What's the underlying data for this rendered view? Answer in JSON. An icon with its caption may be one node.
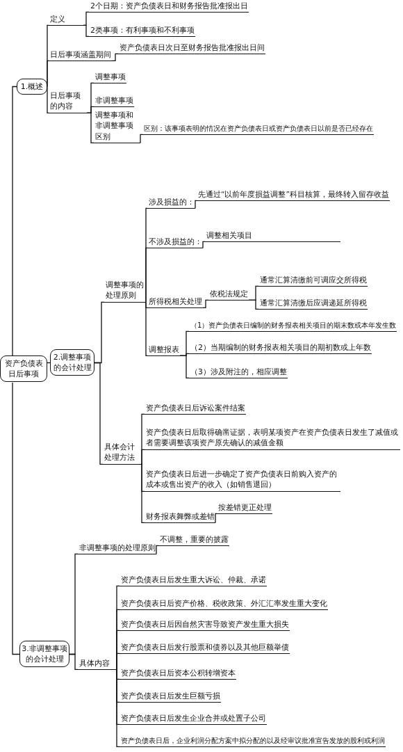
{
  "diagram": {
    "nodes": [
      {
        "text": [
          "资产负债表日后事项"
        ]
      },
      {
        "text": [
          "1.概述"
        ]
      },
      {
        "text": [
          "定义"
        ]
      },
      {
        "text": [
          "2个日期：资产负债表日和财务报告批准报出日"
        ]
      },
      {
        "text": [
          "2类事项：有利事项和不利事项"
        ]
      },
      {
        "text": [
          "日后事项涵盖期间"
        ]
      },
      {
        "text": [
          "资产负债表日次日至财务报告批准报出日间"
        ]
      },
      {
        "text": [
          "日后事项的内容"
        ]
      },
      {
        "text": [
          "调整事项"
        ]
      },
      {
        "text": [
          "非调整事项"
        ]
      },
      {
        "text": [
          "调整事项和非调整事项区别"
        ]
      },
      {
        "text": [
          "区别：该事项表明的情况在资产负债表日或资产负债表日以前是否已经存在"
        ]
      },
      {
        "text": [
          "2.调整事项的会计处理"
        ]
      },
      {
        "text": [
          "调整事项的处理原则"
        ]
      },
      {
        "text": [
          "涉及损益的："
        ]
      },
      {
        "text": [
          "先通过“以前年度损益调整”科目核算，最终转入留存收益"
        ]
      },
      {
        "text": [
          "不涉及损益的："
        ]
      },
      {
        "text": [
          "调整相关项目"
        ]
      },
      {
        "text": [
          "所得税相关处理"
        ]
      },
      {
        "text": [
          "依税法规定"
        ]
      },
      {
        "text": [
          "通常汇算清缴前可调应交所得税"
        ]
      },
      {
        "text": [
          "通常汇算清缴后应调递延所得税"
        ]
      },
      {
        "text": [
          "调整报表"
        ]
      },
      {
        "text": [
          "（1）资产负债表日编制的财务报表相关项目的期末数或本年发生数"
        ]
      },
      {
        "text": [
          "（2）当期编制的财务报表相关项目的期初数或上年数"
        ]
      },
      {
        "text": [
          "（3）涉及附注的，相应调整"
        ]
      },
      {
        "text": [
          "具体会计处理方法"
        ]
      },
      {
        "text": [
          "资产负债表日后诉讼案件结案"
        ]
      },
      {
        "text": [
          "资产负债表日后取得确凿证据，表明某项资产在资产负债表日发生了减值或者需要调整该项资产原先确认的减值金额"
        ]
      },
      {
        "text": [
          "资产负债表日后进一步确定了资产负债表日前购入资产的成本或售出资产的收入（如销售退回）"
        ]
      },
      {
        "text": [
          "财务报表舞弊或差错"
        ]
      },
      {
        "text": [
          "按差错更正处理"
        ]
      },
      {
        "text": [
          "3.非调整事项的会计处理"
        ]
      },
      {
        "text": [
          "非调整事项的处理原则"
        ]
      },
      {
        "text": [
          "不调整，重要的披露"
        ]
      },
      {
        "text": [
          "具体内容"
        ]
      },
      {
        "text": [
          "资产负债表日后发生重大诉讼、仲裁、承诺"
        ]
      },
      {
        "text": [
          "资产负债表日后资产价格、税收政策、外汇汇率发生重大变化"
        ]
      },
      {
        "text": [
          "资产负债表日后因自然灾害导致资产发生重大损失"
        ]
      },
      {
        "text": [
          "资产负债表日后发行股票和债券以及其他巨额举债"
        ]
      },
      {
        "text": [
          "资产负债表日后资本公积转增资本"
        ]
      },
      {
        "text": [
          "资产负债表日后发生巨额亏损"
        ]
      },
      {
        "text": [
          "资产负债表日后发生企业合并或处置子公司"
        ]
      },
      {
        "text": [
          "资产负债表日后，企业利润分配方案中拟分配的以及经审议批准宣告发放的股利或利润"
        ]
      }
    ],
    "edges": [
      {
        "from": 0,
        "to": 1,
        "arrow": "none"
      },
      {
        "from": 0,
        "to": 12,
        "arrow": "none"
      },
      {
        "from": 0,
        "to": 32,
        "arrow": "none"
      },
      {
        "from": 1,
        "to": 2,
        "arrow": "none"
      },
      {
        "from": 1,
        "to": 5,
        "arrow": "none"
      },
      {
        "from": 1,
        "to": 7,
        "arrow": "none"
      },
      {
        "from": 2,
        "to": 3,
        "arrow": "none"
      },
      {
        "from": 2,
        "to": 4,
        "arrow": "none"
      },
      {
        "from": 5,
        "to": 6,
        "arrow": "none"
      },
      {
        "from": 7,
        "to": 8,
        "arrow": "none"
      },
      {
        "from": 7,
        "to": 9,
        "arrow": "none"
      },
      {
        "from": 7,
        "to": 10,
        "arrow": "none"
      },
      {
        "from": 10,
        "to": 11,
        "arrow": "none"
      },
      {
        "from": 12,
        "to": 13,
        "arrow": "none"
      },
      {
        "from": 12,
        "to": 26,
        "arrow": "none"
      },
      {
        "from": 13,
        "to": 14,
        "arrow": "none"
      },
      {
        "from": 13,
        "to": 16,
        "arrow": "none"
      },
      {
        "from": 13,
        "to": 18,
        "arrow": "none"
      },
      {
        "from": 13,
        "to": 22,
        "arrow": "none"
      },
      {
        "from": 14,
        "to": 15,
        "arrow": "none"
      },
      {
        "from": 16,
        "to": 17,
        "arrow": "none"
      },
      {
        "from": 18,
        "to": 19,
        "arrow": "none"
      },
      {
        "from": 19,
        "to": 20,
        "arrow": "none"
      },
      {
        "from": 19,
        "to": 21,
        "arrow": "none"
      },
      {
        "from": 22,
        "to": 23,
        "arrow": "none"
      },
      {
        "from": 22,
        "to": 24,
        "arrow": "none"
      },
      {
        "from": 22,
        "to": 25,
        "arrow": "none"
      },
      {
        "from": 26,
        "to": 27,
        "arrow": "none"
      },
      {
        "from": 26,
        "to": 28,
        "arrow": "none"
      },
      {
        "from": 26,
        "to": 29,
        "arrow": "none"
      },
      {
        "from": 26,
        "to": 30,
        "arrow": "none"
      },
      {
        "from": 30,
        "to": 31,
        "arrow": "none"
      },
      {
        "from": 32,
        "to": 33,
        "arrow": "none"
      },
      {
        "from": 32,
        "to": 35,
        "arrow": "none"
      },
      {
        "from": 33,
        "to": 34,
        "arrow": "none"
      },
      {
        "from": 35,
        "to": 36,
        "arrow": "none"
      },
      {
        "from": 35,
        "to": 37,
        "arrow": "none"
      },
      {
        "from": 35,
        "to": 38,
        "arrow": "none"
      },
      {
        "from": 35,
        "to": 39,
        "arrow": "none"
      },
      {
        "from": 35,
        "to": 40,
        "arrow": "none"
      },
      {
        "from": 35,
        "to": 41,
        "arrow": "none"
      },
      {
        "from": 35,
        "to": 42,
        "arrow": "none"
      },
      {
        "from": 35,
        "to": 43,
        "arrow": "none"
      }
    ]
  }
}
